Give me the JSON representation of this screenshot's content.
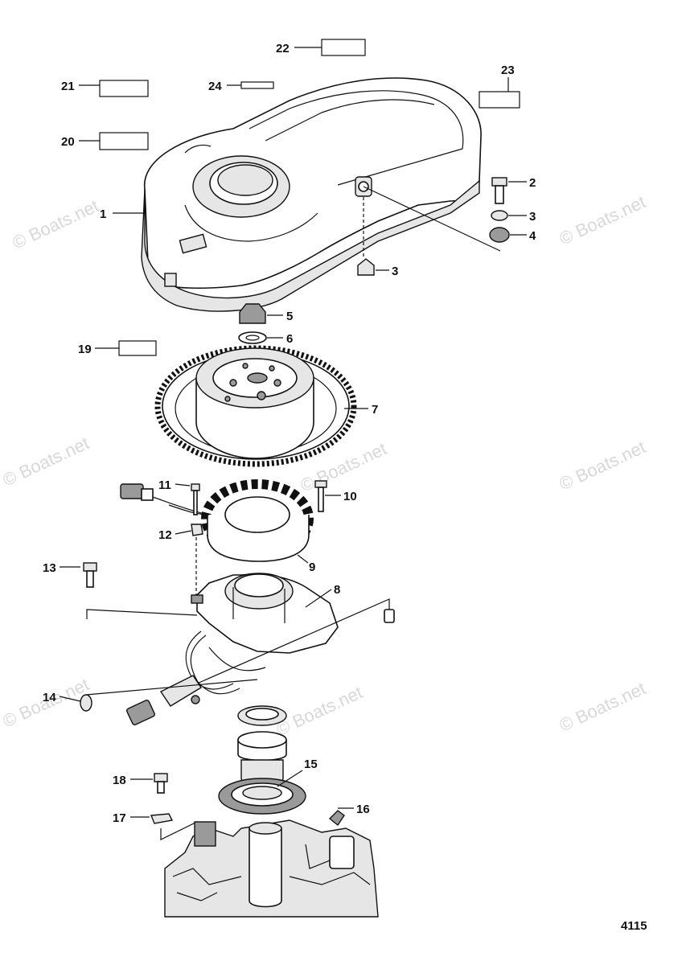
{
  "diagram_number": "4115",
  "watermark": "© Boats.net",
  "callouts": [
    {
      "id": "c1",
      "label": "1"
    },
    {
      "id": "c2",
      "label": "2"
    },
    {
      "id": "c3a",
      "label": "3"
    },
    {
      "id": "c3b",
      "label": "3"
    },
    {
      "id": "c4",
      "label": "4"
    },
    {
      "id": "c5",
      "label": "5"
    },
    {
      "id": "c6",
      "label": "6"
    },
    {
      "id": "c7",
      "label": "7"
    },
    {
      "id": "c8",
      "label": "8"
    },
    {
      "id": "c9",
      "label": "9"
    },
    {
      "id": "c10",
      "label": "10"
    },
    {
      "id": "c11",
      "label": "11"
    },
    {
      "id": "c12",
      "label": "12"
    },
    {
      "id": "c13",
      "label": "13"
    },
    {
      "id": "c14",
      "label": "14"
    },
    {
      "id": "c15",
      "label": "15"
    },
    {
      "id": "c16",
      "label": "16"
    },
    {
      "id": "c17",
      "label": "17"
    },
    {
      "id": "c18",
      "label": "18"
    },
    {
      "id": "c19",
      "label": "19"
    },
    {
      "id": "c20",
      "label": "20"
    },
    {
      "id": "c21",
      "label": "21"
    },
    {
      "id": "c22",
      "label": "22"
    },
    {
      "id": "c23",
      "label": "23"
    },
    {
      "id": "c24",
      "label": "24"
    }
  ]
}
